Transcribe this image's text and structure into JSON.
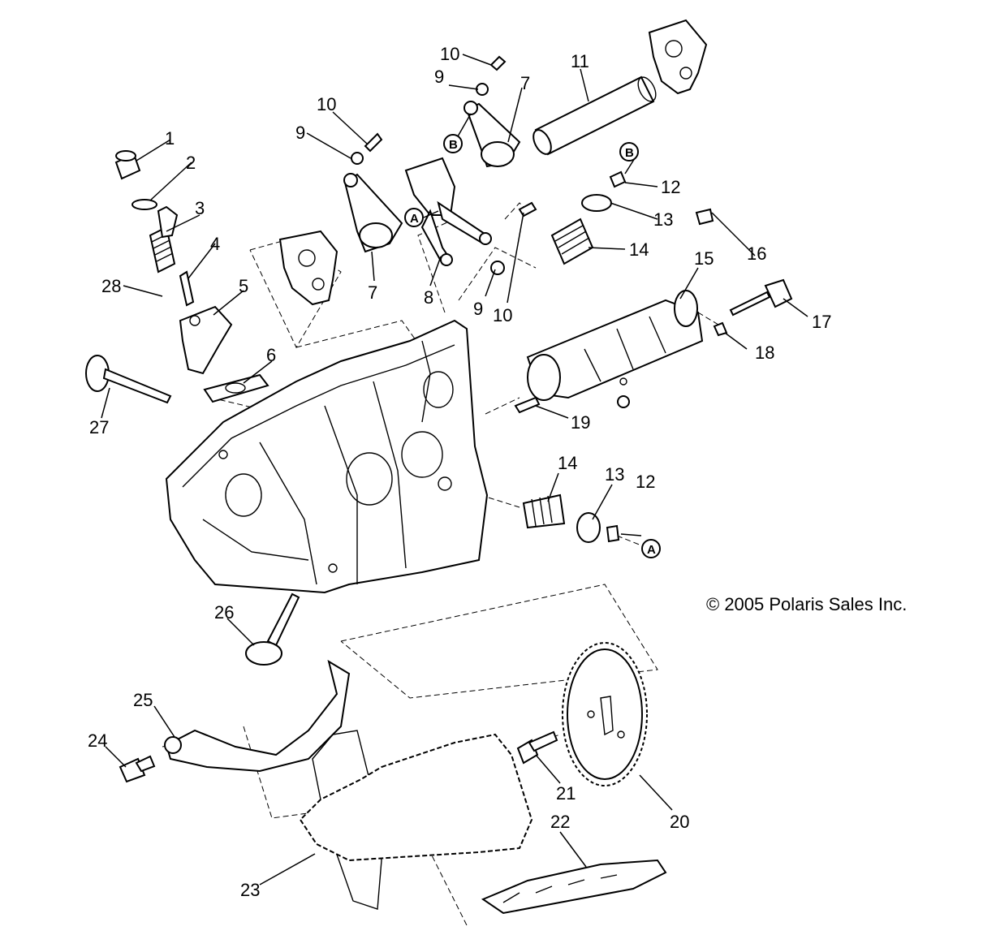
{
  "copyright": "© 2005 Polaris Sales Inc.",
  "callouts": {
    "a": "A",
    "b": "B"
  },
  "labels": [
    "1",
    "2",
    "3",
    "4",
    "5",
    "6",
    "7",
    "7",
    "8",
    "9",
    "9",
    "9",
    "10",
    "10",
    "10",
    "11",
    "12",
    "12",
    "13",
    "13",
    "14",
    "14",
    "15",
    "16",
    "17",
    "18",
    "19",
    "20",
    "21",
    "22",
    "23",
    "24",
    "25",
    "26",
    "27",
    "28"
  ]
}
